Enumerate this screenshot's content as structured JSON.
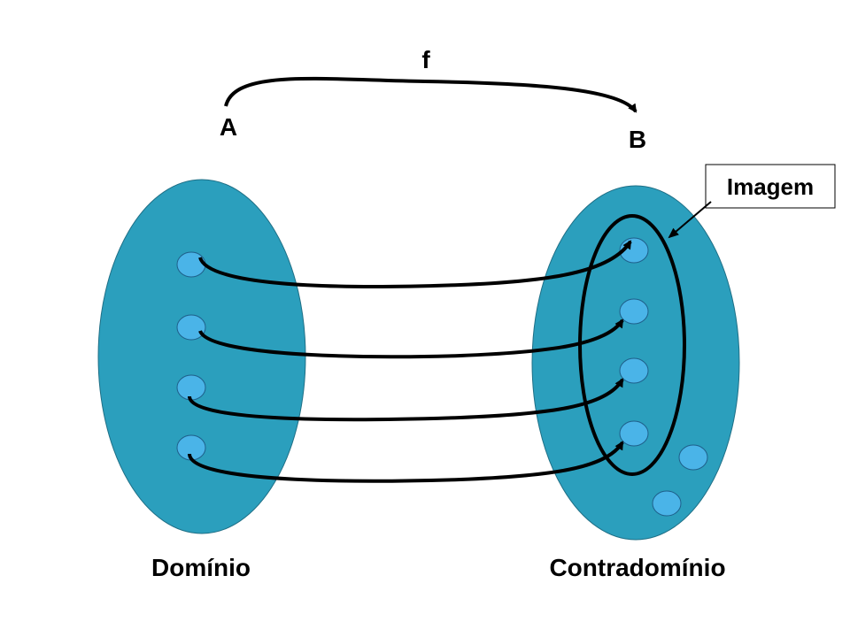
{
  "function_label": "f",
  "set_a_label": "A",
  "set_b_label": "B",
  "image_label": "Imagem",
  "domain_label": "Domínio",
  "codomain_label": "Contradomínio",
  "colors": {
    "set_fill": "#2b9fbd",
    "element_fill": "#4ab4e8",
    "element_stroke": "#1e5f8a",
    "arrow": "#000000",
    "background": "#ffffff"
  }
}
